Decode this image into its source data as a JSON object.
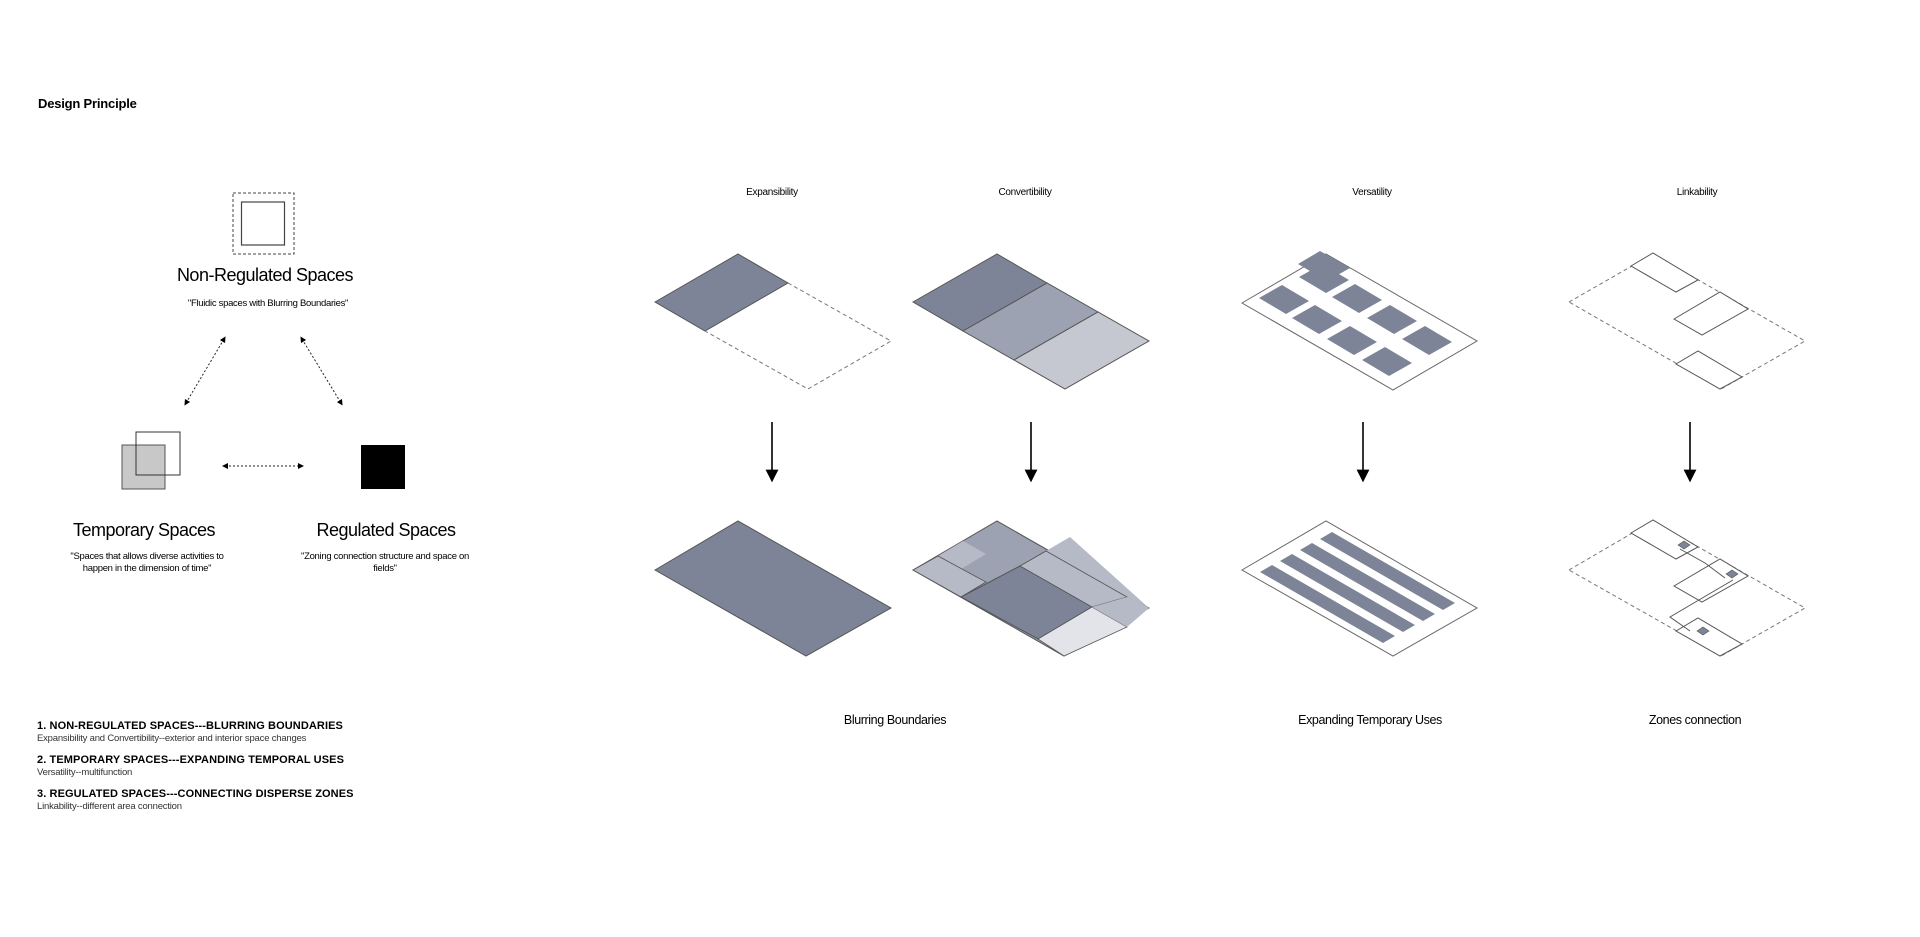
{
  "header": {
    "title": "Design Principle"
  },
  "triangle": {
    "nodes": [
      {
        "id": "non-regulated",
        "title": "Non-Regulated Spaces",
        "quote": "\"Fluidic spaces with Blurring Boundaries\""
      },
      {
        "id": "temporary",
        "title": "Temporary Spaces",
        "quote": "\"Spaces that allows diverse activities to happen in the dimension of time\""
      },
      {
        "id": "regulated",
        "title": "Regulated Spaces",
        "quote": "\"Zoning connection structure and space on fields\""
      }
    ],
    "icons": [
      "dashed-square-icon",
      "overlapping-squares-icon",
      "solid-black-square-icon"
    ],
    "colors": {
      "temporary_fill": "#c8c8c8",
      "regulated_fill": "#000000"
    }
  },
  "columns": [
    {
      "label": "Expansibility"
    },
    {
      "label": "Convertibility"
    },
    {
      "label": "Versatility"
    },
    {
      "label": "Linkability"
    }
  ],
  "results": [
    {
      "label": "Blurring Boundaries"
    },
    {
      "label": "Expanding Temporary Uses"
    },
    {
      "label": "Zones connection"
    }
  ],
  "legend": [
    {
      "head": "1. NON-REGULATED SPACES---BLURRING BOUNDARIES",
      "sub": "Expansibility and Convertibility--exterior and interior space changes"
    },
    {
      "head": "2. TEMPORARY SPACES---EXPANDING TEMPORAL USES",
      "sub": "Versatility--multifunction"
    },
    {
      "head": "3. REGULATED SPACES---CONNECTING DISPERSE ZONES",
      "sub": "Linkability--different area connection"
    }
  ],
  "palette": {
    "dark": "#7e8497",
    "mid": "#9da2b2",
    "light": "#c6c8d1",
    "lightest": "#e3e4ea",
    "stroke": "#555555"
  }
}
